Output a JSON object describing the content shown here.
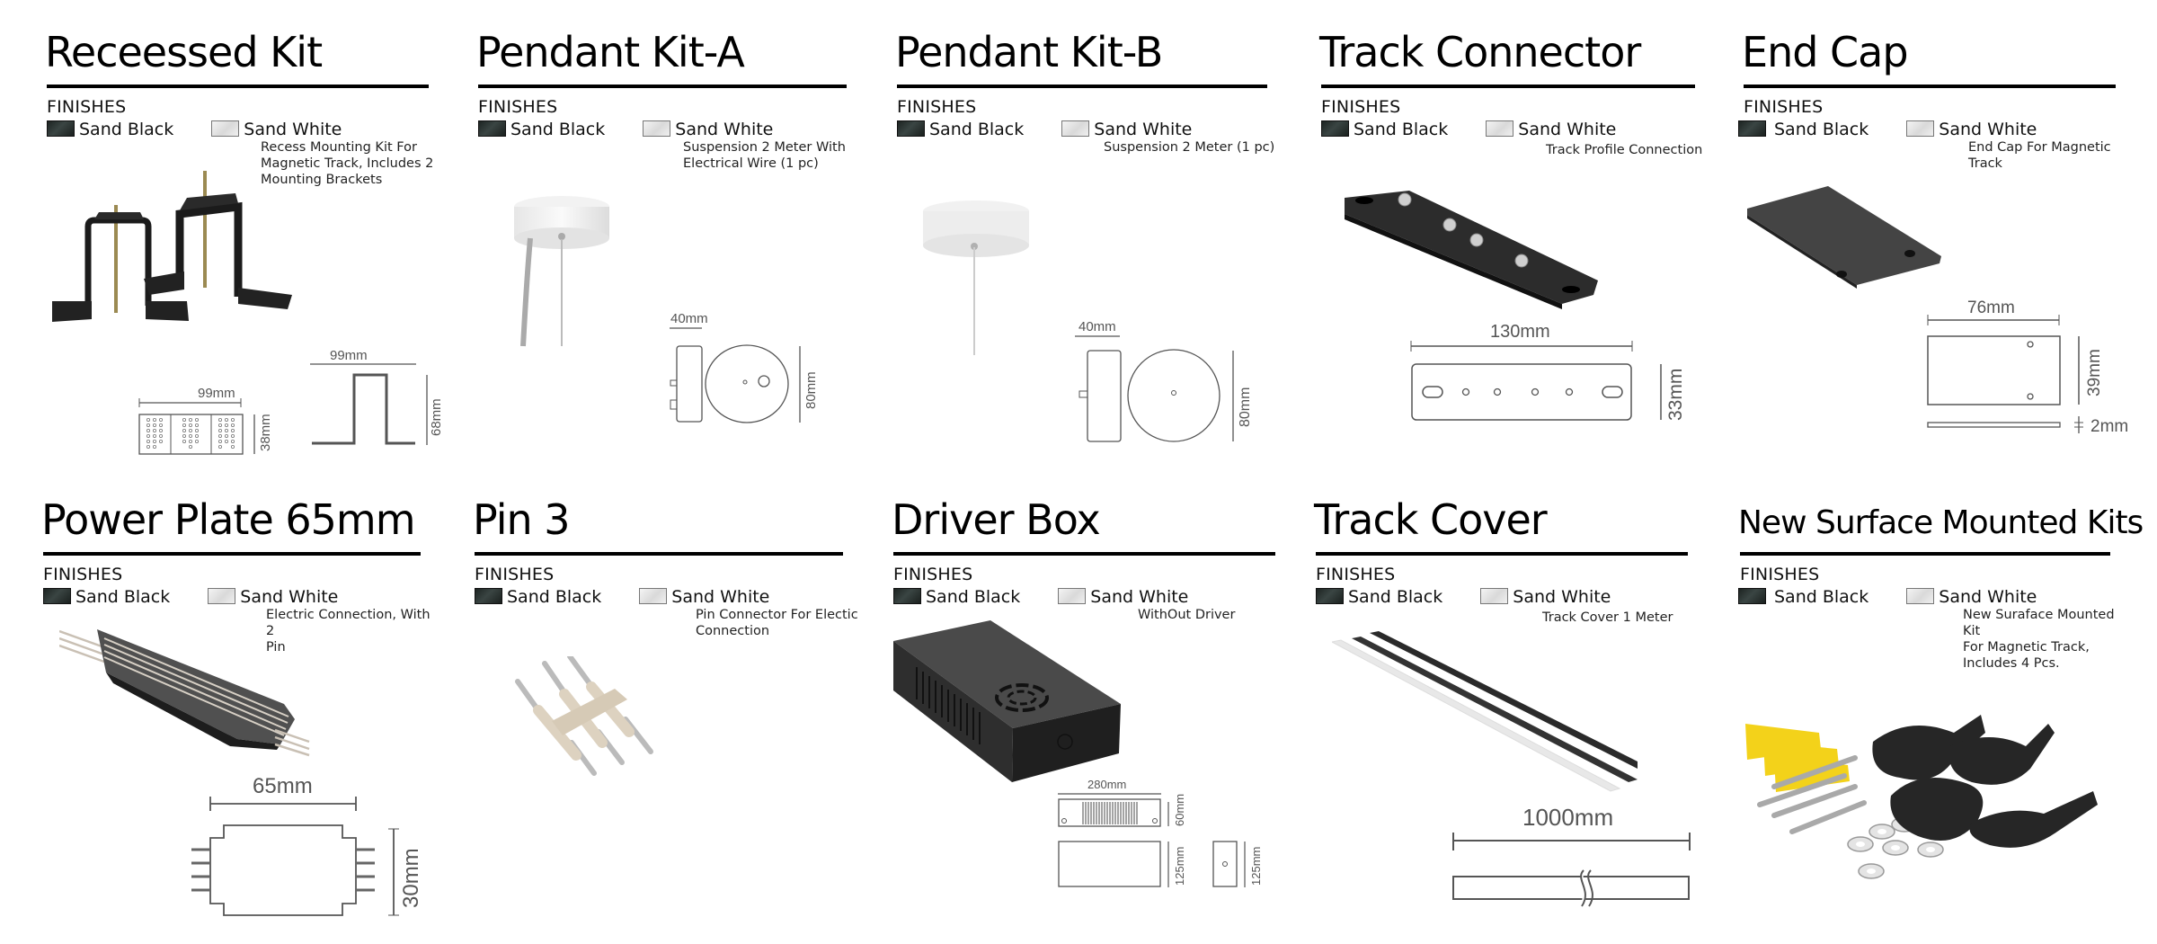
{
  "finishes_label": "FINISHES",
  "finishes": [
    {
      "name": "Sand Black",
      "color": "#2b3331"
    },
    {
      "name": "Sand White",
      "color": "#e6e6e6"
    }
  ],
  "products": [
    {
      "title": "Receessed Kit",
      "description": [
        "Recess Mounting Kit For",
        "Magnetic Track, Includes 2",
        "Mounting Brackets"
      ],
      "dimensions": {
        "top_width": "99mm",
        "top_height": "38mm",
        "side_width": "99mm",
        "side_height": "68mm"
      }
    },
    {
      "title": "Pendant Kit-A",
      "description": [
        "Suspension 2 Meter With",
        "Electrical Wire (1 pc)"
      ],
      "dimensions": {
        "width": "40mm",
        "height": "80mm"
      }
    },
    {
      "title": "Pendant Kit-B",
      "description": [
        "Suspension 2 Meter (1 pc)"
      ],
      "dimensions": {
        "width": "40mm",
        "height": "80mm"
      }
    },
    {
      "title": "Track Connector",
      "description": [
        "Track Profile Connection"
      ],
      "dimensions": {
        "width": "130mm",
        "height": "33mm"
      }
    },
    {
      "title": "End Cap",
      "description": [
        "End Cap For Magnetic",
        "Track"
      ],
      "dimensions": {
        "width": "76mm",
        "height": "39mm",
        "thickness": "2mm"
      }
    },
    {
      "title": "Power Plate 65mm",
      "description": [
        "Electric Connection, With 2",
        "Pin"
      ],
      "dimensions": {
        "width": "65mm",
        "height": "30mm"
      }
    },
    {
      "title": "Pin 3",
      "description": [
        "Pin Connector For Electic",
        "Connection"
      ],
      "dimensions": {}
    },
    {
      "title": "Driver Box",
      "description": [
        "WithOut Driver"
      ],
      "dimensions": {
        "length": "280mm",
        "height": "60mm",
        "width": "125mm",
        "side_width": "125mm"
      }
    },
    {
      "title": "Track Cover",
      "description": [
        "Track Cover 1 Meter"
      ],
      "dimensions": {
        "length": "1000mm"
      }
    },
    {
      "title": "New Surface Mounted Kits",
      "description": [
        "New Suraface Mounted Kit",
        "For Magnetic Track,",
        "Includes 4 Pcs."
      ],
      "dimensions": {}
    }
  ]
}
